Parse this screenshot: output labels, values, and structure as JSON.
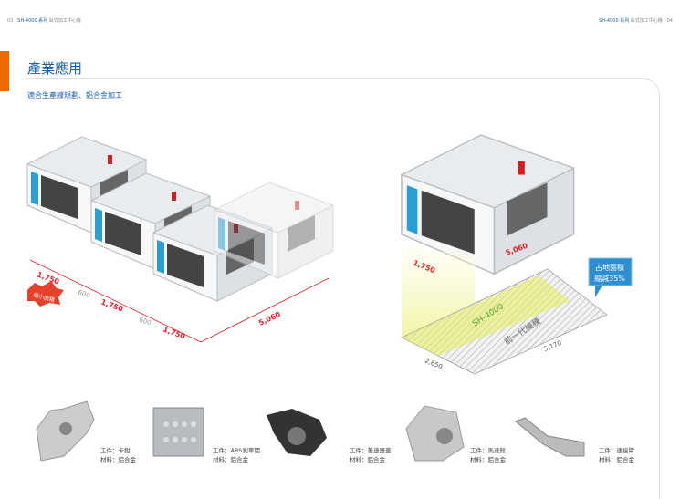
{
  "header": {
    "left_page": "03",
    "left_series": "SH-4000 系列",
    "left_title": "臥式加工中心機",
    "right_series": "SH-4000 系列",
    "right_title": "臥式加工中心機",
    "right_page": "04"
  },
  "section": {
    "title": "產業應用",
    "subtitle": "適合生產線規劃、鋁合金加工"
  },
  "left_diagram": {
    "badge": "縮小面積",
    "dims": [
      "1,750",
      "600",
      "1,750",
      "600",
      "1,750",
      "5,060"
    ]
  },
  "right_diagram": {
    "dims": [
      "1,750",
      "5,060",
      "2,650",
      "5,170"
    ],
    "floor_new": "SH-4000",
    "floor_old": "前一代機種",
    "callout_line1": "占地面積",
    "callout_line2": "縮減35%"
  },
  "colors": {
    "accent": "#1a5fa8",
    "orange": "#ee6b00",
    "dim_red": "#e8202a"
  },
  "workpieces": [
    {
      "part": "工件：卡鉗",
      "material": "材料：鋁合金"
    },
    {
      "part": "工件：ABS剎車閥",
      "material": "材料：鋁合金"
    },
    {
      "part": "工件：差速器蓋",
      "material": "材料：鋁合金"
    },
    {
      "part": "工件：馬達殼",
      "material": "材料：鋁合金"
    },
    {
      "part": "工件：連接臂",
      "material": "材料：鋁合金"
    }
  ]
}
